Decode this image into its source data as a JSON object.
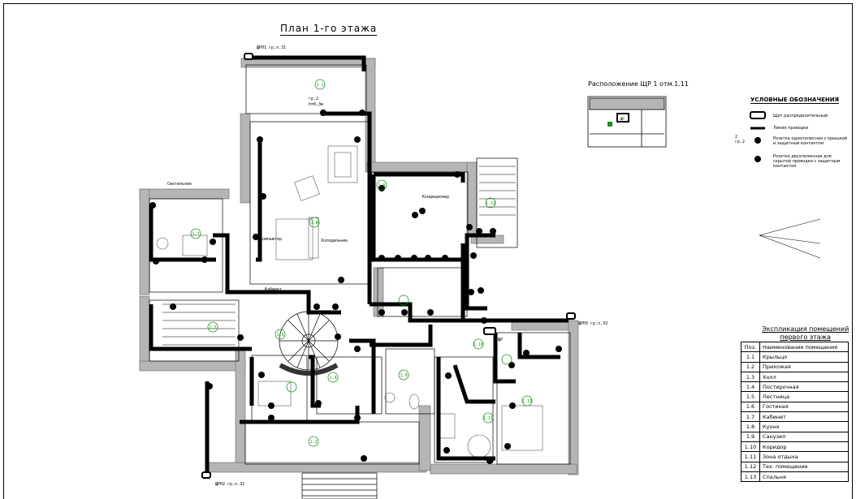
{
  "title": "План 1-го этажа",
  "location": {
    "title": "Расположение ЩР 1 отм.1.11",
    "panel_label": "ЩР"
  },
  "legend": {
    "title": "УСЛОВНЫЕ ОБОЗНАЧЕНИЯ",
    "items": [
      "Щит распределительный",
      "Линия проводки",
      "Розетка однополюсная с крышкой и защитным контактом",
      "Розетка двухполюсная для скрытой проводки с защитным контактом"
    ]
  },
  "marker": {
    "count": "2",
    "type": "гр.2",
    "height": "h=0,3м"
  },
  "labels": {
    "hall_right": "Кондиционер",
    "hall_center": "Холодильник",
    "corridor": "Компьютер",
    "cabinet": "Кабинет",
    "gostinaya": "Светильник"
  },
  "panels": [
    "ЩРН1 гр.п.31",
    "ЩРН2 гр.п.32",
    "ЩРН3 гр.п.33",
    "ЩР"
  ],
  "rooms_numbers": [
    "1.1",
    "1.2",
    "1.3",
    "1.4",
    "1.5",
    "1.6",
    "1.7",
    "1.8",
    "1.9",
    "1.10",
    "1.11",
    "1.12",
    "1.13"
  ],
  "explication": {
    "title_line1": "Экспликация помещений",
    "title_line2": "первого этажа",
    "head": [
      "Поз.",
      "Наименование помещения"
    ],
    "rows": [
      [
        "1.1",
        "Крыльцо"
      ],
      [
        "1.2",
        "Прихожая"
      ],
      [
        "1.3",
        "Холл"
      ],
      [
        "1.4",
        "Постирочная"
      ],
      [
        "1.5",
        "Лестница"
      ],
      [
        "1.6",
        "Гостиная"
      ],
      [
        "1.7",
        "Кабинет"
      ],
      [
        "1.8",
        "Кухня"
      ],
      [
        "1.9",
        "Санузел"
      ],
      [
        "1.10",
        "Коридор"
      ],
      [
        "1.11",
        "Зона отдыха"
      ],
      [
        "1.12",
        "Тех. помещение"
      ],
      [
        "1.13",
        "Спальня"
      ]
    ]
  },
  "colors": {
    "wall": "#b5b5b5",
    "line": "#000000",
    "room_number": "#1a8f1a"
  }
}
